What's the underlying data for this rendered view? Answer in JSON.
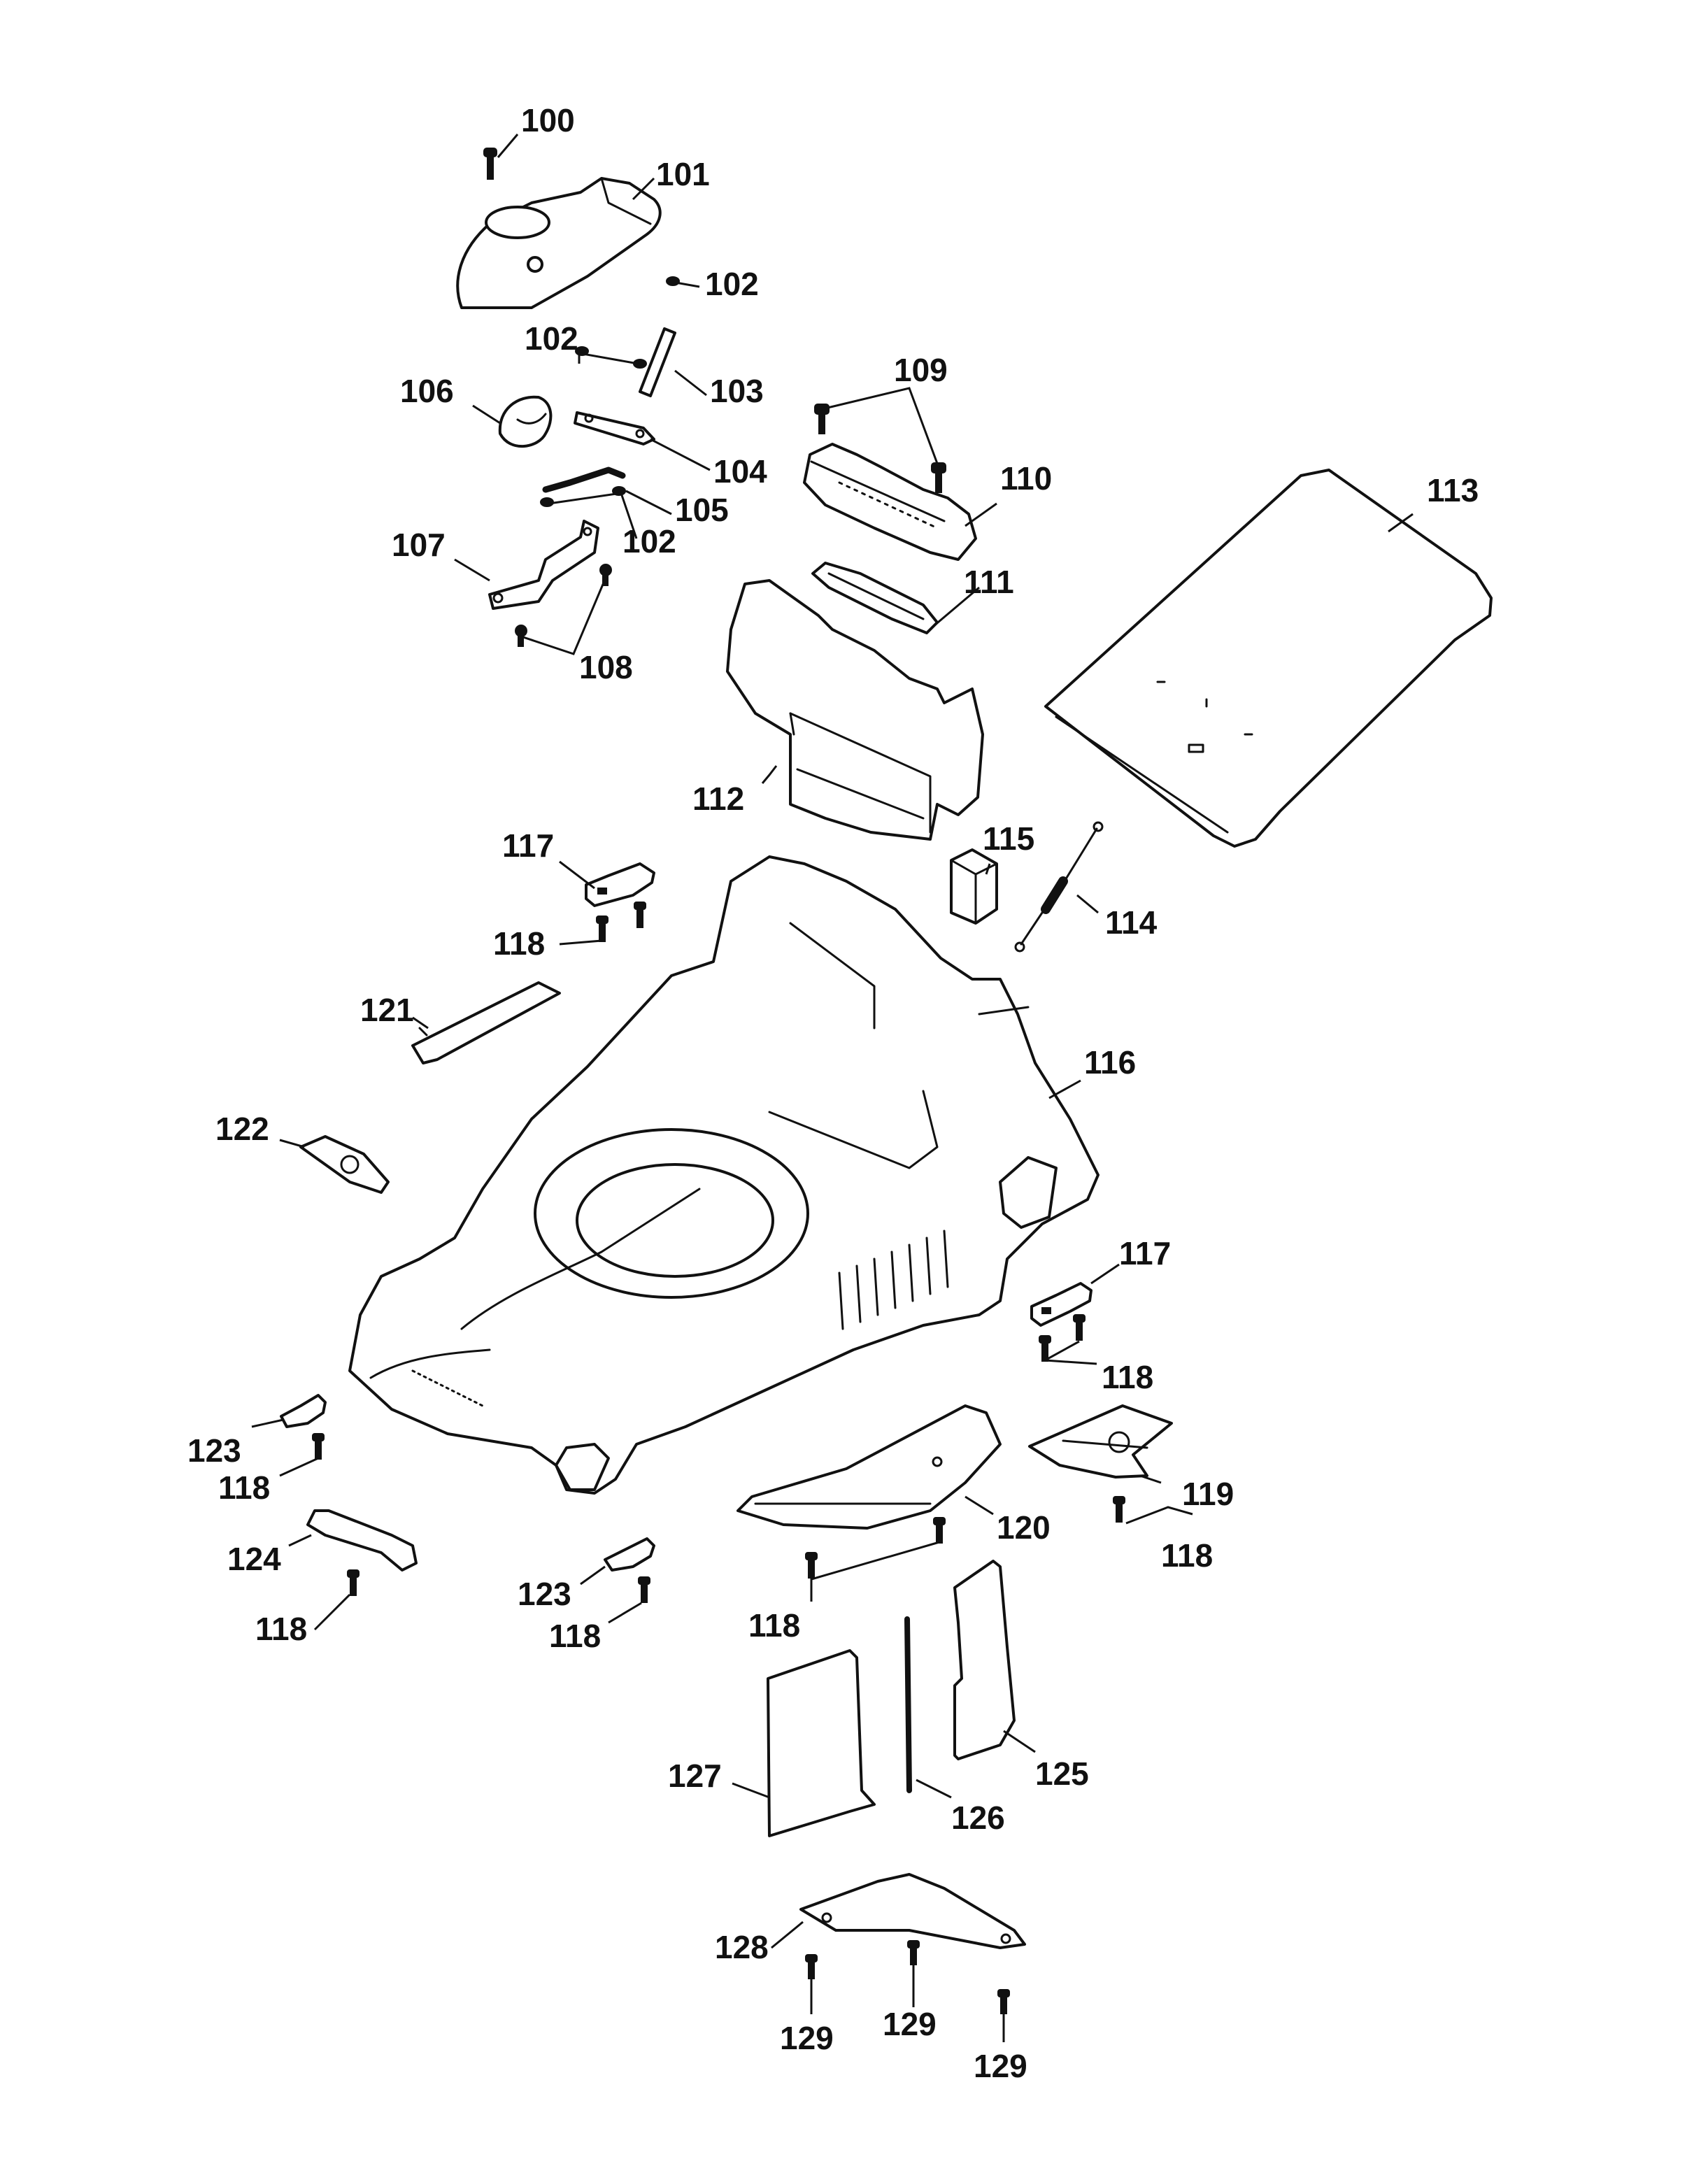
{
  "callouts": {
    "c100": "100",
    "c101": "101",
    "c102a": "102",
    "c102b": "102",
    "c102c": "102",
    "c103": "103",
    "c104": "104",
    "c105": "105",
    "c106": "106",
    "c107": "107",
    "c108": "108",
    "c109": "109",
    "c110": "110",
    "c111": "111",
    "c112": "112",
    "c113": "113",
    "c114": "114",
    "c115": "115",
    "c116": "116",
    "c117a": "117",
    "c117b": "117",
    "c118a": "118",
    "c118b": "118",
    "c118c": "118",
    "c118d": "118",
    "c118e": "118",
    "c118f": "118",
    "c118g": "118",
    "c119": "119",
    "c120": "120",
    "c121": "121",
    "c122": "122",
    "c123a": "123",
    "c123b": "123",
    "c124": "124",
    "c125": "125",
    "c126": "126",
    "c127": "127",
    "c128": "128",
    "c129a": "129",
    "c129b": "129",
    "c129c": "129"
  }
}
